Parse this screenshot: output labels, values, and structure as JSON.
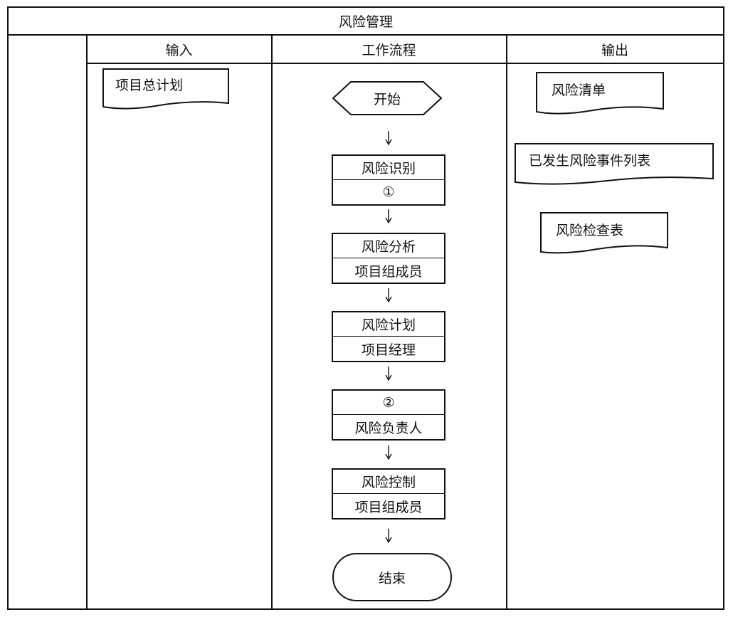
{
  "title": "风险管理",
  "columns": {
    "input": "输入",
    "process": "工作流程",
    "output": "输出"
  },
  "inputs": [
    "项目总计划"
  ],
  "start": "开始",
  "end": "结束",
  "steps": [
    {
      "name": "风险识别",
      "role": "①"
    },
    {
      "name": "风险分析",
      "role": "项目组成员"
    },
    {
      "name": "风险计划",
      "role": "项目经理"
    },
    {
      "name": "②",
      "role": "风险负责人"
    },
    {
      "name": "风险控制",
      "role": "项目组成员"
    }
  ],
  "outputs": [
    "风险清单",
    "已发生风险事件列表",
    "风险检查表"
  ]
}
